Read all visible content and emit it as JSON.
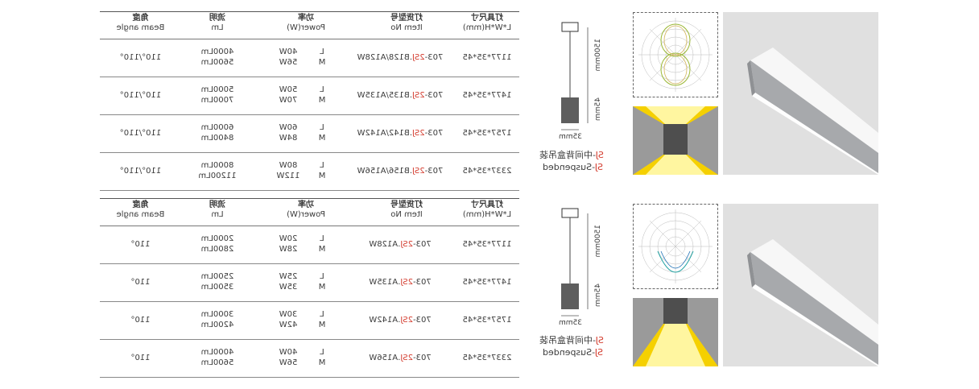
{
  "headers": {
    "beam_zh": "角度",
    "beam_en": "Beam angle",
    "lumen_zh": "流明",
    "lumen_en": "Lm",
    "power_zh": "功率",
    "power_en": "Power(W)",
    "item_zh": "灯货型号",
    "item_en": "Item No",
    "size_zh": "灯具尺寸",
    "size_en": "L*W*H(mm)"
  },
  "table_top": [
    {
      "size": "1177*35*45",
      "item_pre": "703-",
      "item_accent": "2SJ",
      "item_post": ".B128/A128W",
      "power": [
        "40W",
        "56W"
      ],
      "lm": [
        "4000Lm",
        "5600Lm"
      ],
      "beam": "110°/110°"
    },
    {
      "size": "1477*35*45",
      "item_pre": "703-",
      "item_accent": "2SJ",
      "item_post": ".B135/A135W",
      "power": [
        "50W",
        "70W"
      ],
      "lm": [
        "5000Lm",
        "7000Lm"
      ],
      "beam": "110°/110°"
    },
    {
      "size": "1757*35*45",
      "item_pre": "703-",
      "item_accent": "2SJ",
      "item_post": ".B142/A142W",
      "power": [
        "60W",
        "84W"
      ],
      "lm": [
        "6000Lm",
        "8400Lm"
      ],
      "beam": "110°/110°"
    },
    {
      "size": "2337*35*45",
      "item_pre": "703-",
      "item_accent": "2SJ",
      "item_post": ".B156/A156W",
      "power": [
        "80W",
        "112W"
      ],
      "lm": [
        "8000Lm",
        "11200Lm"
      ],
      "beam": "110°/110°"
    }
  ],
  "table_bottom": [
    {
      "size": "1177*35*45",
      "item_pre": "703-",
      "item_accent": "2SJ",
      "item_post": ".A128W",
      "power": [
        "20W",
        "28W"
      ],
      "lm": [
        "2000Lm",
        "2800Lm"
      ],
      "beam": "110°"
    },
    {
      "size": "1477*35*45",
      "item_pre": "703-",
      "item_accent": "2SJ",
      "item_post": ".A135W",
      "power": [
        "25W",
        "35W"
      ],
      "lm": [
        "2500Lm",
        "3500Lm"
      ],
      "beam": "110°"
    },
    {
      "size": "1757*35*45",
      "item_pre": "703-",
      "item_accent": "2SJ",
      "item_post": ".A142W",
      "power": [
        "30W",
        "42W"
      ],
      "lm": [
        "3000Lm",
        "4200Lm"
      ],
      "beam": "110°"
    },
    {
      "size": "2337*35*45",
      "item_pre": "703-",
      "item_accent": "2SJ",
      "item_post": ".A156W",
      "power": [
        "40W",
        "56W"
      ],
      "lm": [
        "4000Lm",
        "5600Lm"
      ],
      "beam": "110°"
    }
  ],
  "levels": [
    "L",
    "M"
  ],
  "dims": {
    "cable": "1500mm",
    "height": "45mm",
    "width": "35mm"
  },
  "captions": {
    "zh_accent": "SJ",
    "zh_text": "-中间背盒吊装",
    "en_accent": "SJ",
    "en_text": "-Suspended"
  },
  "colors": {
    "accent": "#d33a2c",
    "beam_light": "#f5d000",
    "body": "#5e5e5e"
  }
}
